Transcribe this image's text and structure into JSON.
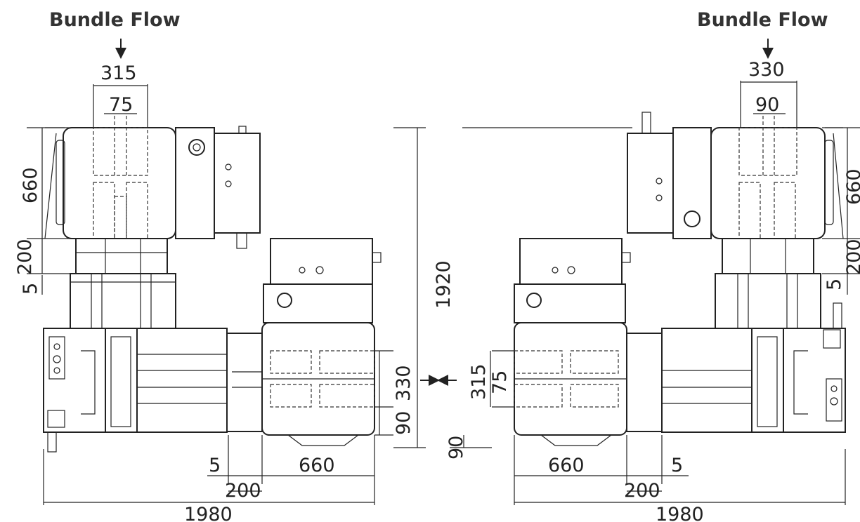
{
  "labels": {
    "left_title": "Bundle Flow",
    "right_title": "Bundle Flow"
  },
  "dimensions": {
    "left": {
      "d315": "315",
      "d75": "75",
      "d660_v": "660",
      "d200_v": "200",
      "d5_v": "5",
      "d330_v": "330",
      "d90_v": "90",
      "d5_h": "5",
      "d660_h": "660",
      "d200_h": "200",
      "d1980": "1980"
    },
    "center": {
      "d1920": "1920"
    },
    "right": {
      "d330": "330",
      "d90": "90",
      "d660_v": "660",
      "d200_v": "200",
      "d5_v": "5",
      "d315_v": "315",
      "d75_v": "75",
      "d90_v": "90",
      "d660_h": "660",
      "d5_h": "5",
      "d200_h": "200",
      "d1980": "1980"
    }
  }
}
